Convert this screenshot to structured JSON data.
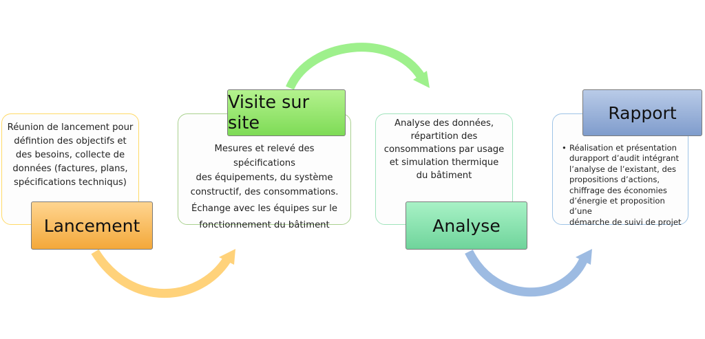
{
  "steps": [
    {
      "title": "Lancement",
      "text_lines": [
        "Réunion de lancement pour",
        "défintion des objectifs et",
        "des besoins, collecte de",
        "données (factures, plans,",
        "spécifications techniqus)"
      ]
    },
    {
      "title": "Visite sur site",
      "text_lines": [
        "Mesures et relevé des spécifications",
        "des équipements, du système",
        "constructif, des consommations.",
        "Échange avec les équipes sur le",
        "fonctionnement du bâtiment"
      ]
    },
    {
      "title": "Analyse",
      "text_lines": [
        "Analyse des données,",
        "répartition des",
        "consommations par usage",
        "et simulation thermique",
        "du bâtiment"
      ]
    },
    {
      "title": "Rapport",
      "text_lines": [
        "Réalisation et présentation",
        "durapport d’audit intégrant",
        "l’analyse de l’existant, des",
        "propositions d’actions,",
        "chiffrage des économies",
        "d’énergie et proposition d’une",
        "démarche de suivi de projet"
      ]
    }
  ],
  "colors": {
    "lancement": "#f3a83a",
    "visite": "#7edb56",
    "analyse": "#6fd49b",
    "rapport": "#7f9ccc",
    "arrow_yellow": "#ffd27a",
    "arrow_green": "#9ef08c",
    "arrow_blue": "#9dbbe2"
  }
}
